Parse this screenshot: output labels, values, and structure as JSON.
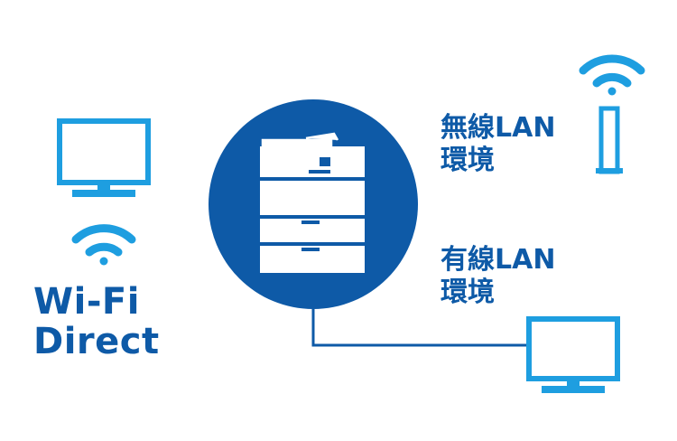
{
  "colors": {
    "brand_blue": "#0e5aa7",
    "light_blue": "#1e9ee0",
    "background": "#ffffff"
  },
  "left": {
    "line1": "Wi-Fi",
    "line2": "Direct"
  },
  "wireless": {
    "line1": "無線LAN",
    "line2": "環境"
  },
  "wired": {
    "line1": "有線LAN",
    "line2": "環境"
  },
  "icons": [
    "monitor-icon",
    "wifi-icon",
    "printer-icon",
    "router-icon",
    "monitor-icon"
  ]
}
